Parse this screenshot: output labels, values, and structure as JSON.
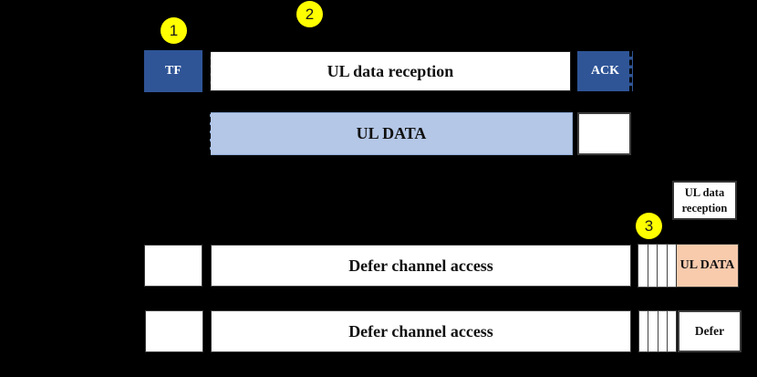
{
  "colors": {
    "background": "#000000",
    "dark_blue": "#2F5597",
    "light_blue": "#B4C7E7",
    "orange": "#F8CBAD",
    "yellow": "#FFFF00",
    "box_white": "#FFFFFF",
    "text_dark": "#111111",
    "text_light": "#FFFFFF"
  },
  "callouts": [
    "1",
    "2",
    "3"
  ],
  "ap_row": {
    "tf_label": "TF",
    "ul_data_reception_label": "UL data reception",
    "ack_label": "ACK"
  },
  "ul_data_row": {
    "ul_data_label": "UL DATA"
  },
  "defer_row_1": {
    "defer_label": "Defer channel access",
    "ul_data_label": "UL DATA"
  },
  "defer_row_2": {
    "defer_label": "Defer channel access",
    "defer_short_label": "Defer"
  },
  "reception_note": {
    "line1": "UL data",
    "line2": "reception"
  }
}
